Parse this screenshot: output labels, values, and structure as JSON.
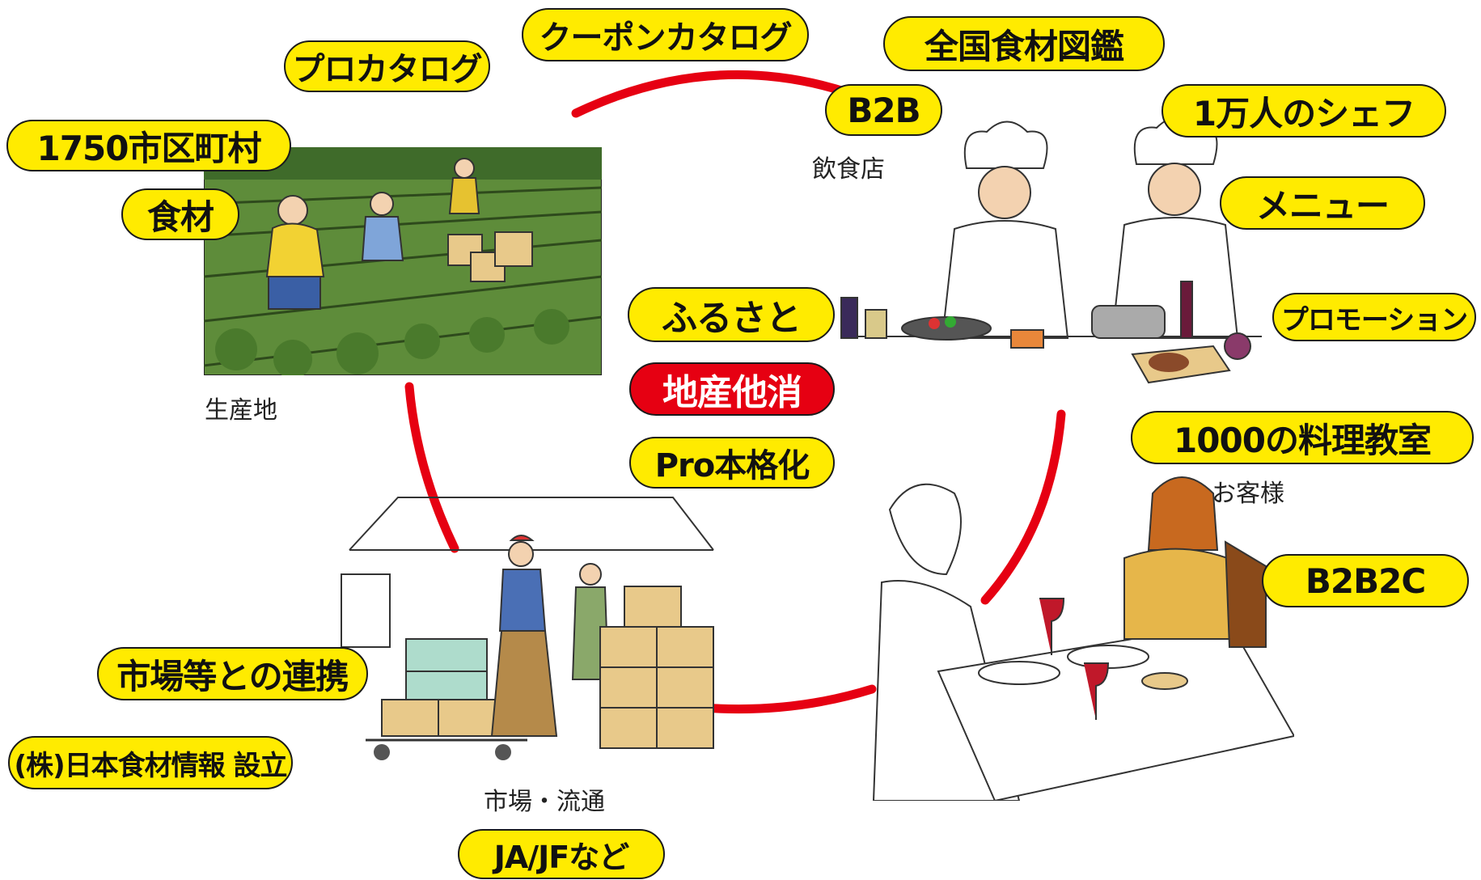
{
  "colors": {
    "pill_fill": "#ffeb00",
    "pill_border": "#1a1a1a",
    "highlight_fill": "#e60012",
    "cycle_arc": "#e60012"
  },
  "captions": {
    "production": "生産地",
    "restaurant": "飲食店",
    "customer": "お客様",
    "market": "市場・流通"
  },
  "labels": {
    "pro_catalog": "プロカタログ",
    "coupon_catalog": "クーポンカタログ",
    "ingredient_guide": "全国食材図鑑",
    "municipalities": "1750市区町村",
    "ingredients": "食材",
    "b2b": "B2B",
    "chefs": "1万人のシェフ",
    "menu": "メニュー",
    "promotion": "プロモーション",
    "furusato": "ふるさと",
    "local_production": "地産他消",
    "pro_authentic": "Pro本格化",
    "cooking_classes": "1000の料理教室",
    "b2b2c": "B2B2C",
    "market_partnership": "市場等との連携",
    "company_founded": "(株)日本食材情報 設立",
    "ja_jf": "JA/JFなど"
  },
  "illustrations": [
    "farm-scene",
    "chefs-scene",
    "diners-scene",
    "market-scene"
  ]
}
